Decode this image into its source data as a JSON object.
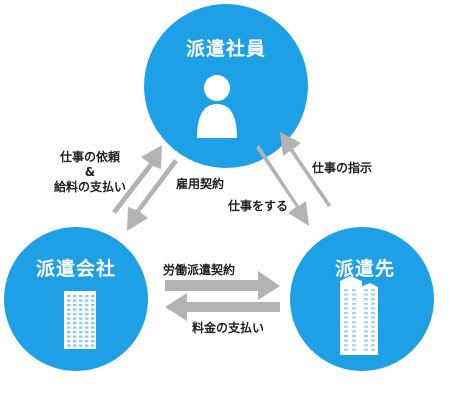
{
  "colors": {
    "circle": "#1EA0E6",
    "arrow": "#B3B3B3",
    "text": "#222222",
    "white": "#FFFFFF"
  },
  "nodes": {
    "employee": {
      "title": "派遣社員",
      "icon": "person-icon"
    },
    "agency": {
      "title": "派遣会社",
      "icon": "office-building-icon"
    },
    "client": {
      "title": "派遣先",
      "icon": "skyscraper-icon"
    }
  },
  "edges": {
    "agency_to_employee": {
      "line1": "仕事の依頼",
      "line2": "&",
      "line3": "給料の支払い"
    },
    "employment_contract": {
      "label": "雇用契約"
    },
    "employee_does_work": {
      "label": "仕事をする"
    },
    "client_instructs": {
      "label": "仕事の指示"
    },
    "dispatch_contract": {
      "label": "労働派遣契約"
    },
    "fee_payment": {
      "label": "料金の支払い"
    }
  }
}
